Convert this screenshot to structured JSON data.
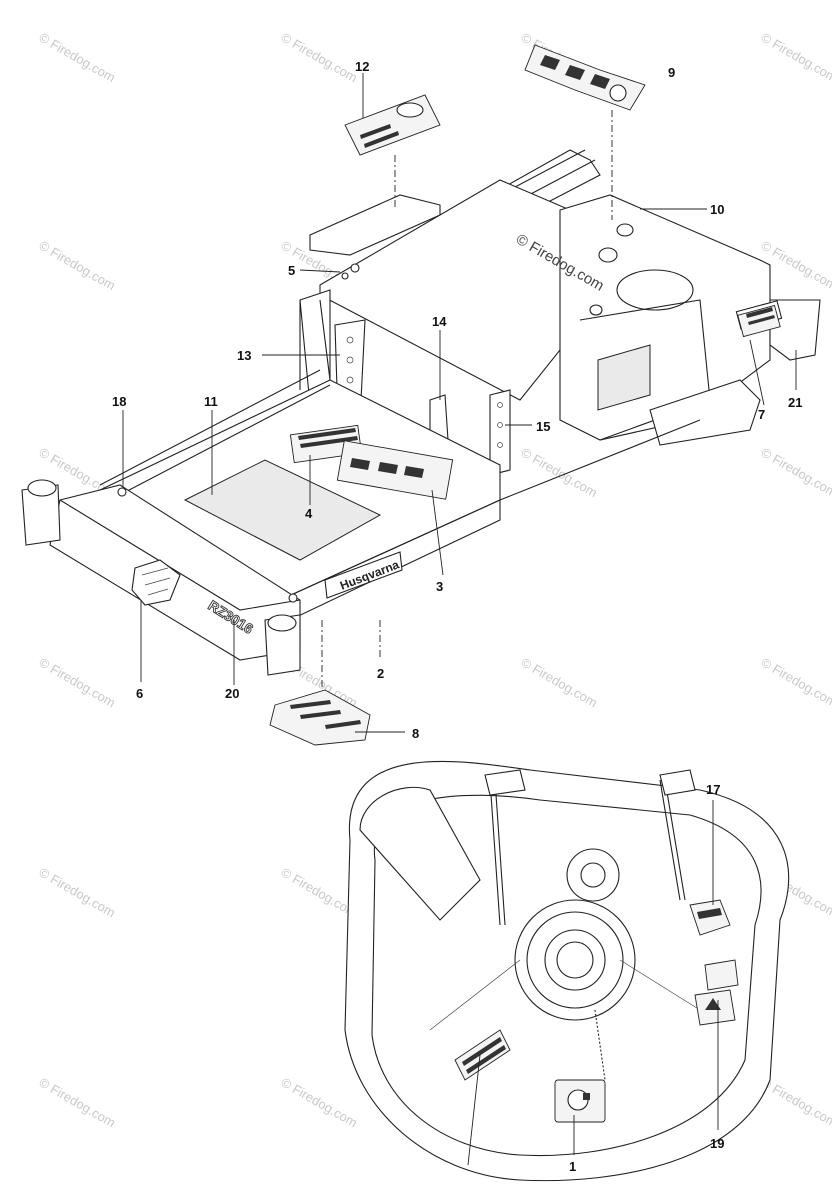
{
  "watermark": {
    "main_text": "© Firedog.com",
    "tile_text": "© Firedog.com"
  },
  "deck_decals": {
    "brand_text": "Husqvarna",
    "model_text": "RZ3016"
  },
  "callouts": {
    "c1": "1",
    "c2": "2",
    "c3": "3",
    "c4": "4",
    "c5": "5",
    "c6": "6",
    "c7": "7",
    "c8": "8",
    "c9": "9",
    "c10": "10",
    "c11": "11",
    "c12": "12",
    "c13": "13",
    "c14": "14",
    "c15": "15",
    "c17": "17",
    "c18": "18",
    "c19": "19",
    "c20": "20",
    "c21": "21"
  }
}
